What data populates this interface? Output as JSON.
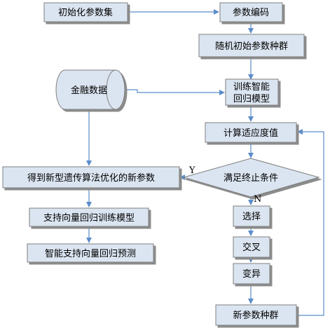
{
  "nodes": {
    "init_params": "初始化参数集",
    "param_encode": "参数编码",
    "random_population": "随机初始参数种群",
    "train_svr_line1": "训练智能",
    "train_svr_line2": "回归模型",
    "financial_data": "金融数据",
    "fitness": "计算适应度值",
    "new_params": "得到新型遗传算法优化的新参数",
    "termination": "满足终止条件",
    "select": "选择",
    "crossover": "交叉",
    "mutation": "变异",
    "new_population": "新参数种群",
    "svr_train": "支持向量回归训练模型",
    "svr_predict": "智能支持向量回归预测"
  },
  "labels": {
    "yes": "Y",
    "no": "N"
  },
  "colors": {
    "box_fill": "#dbe5f1",
    "box_stroke": "#7f7f7f",
    "arrow": "#5b8dc9",
    "shadow": "#8c8c8c"
  }
}
